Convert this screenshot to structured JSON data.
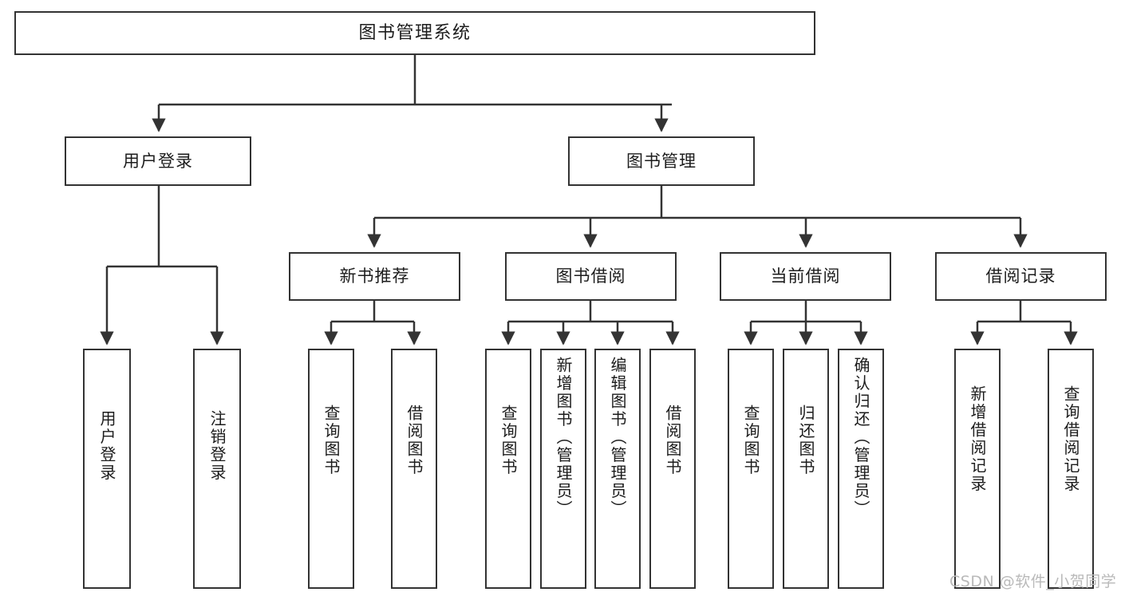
{
  "diagram": {
    "title": "图书管理系统",
    "watermark": "CSDN @软件_小贺同学",
    "stroke_color": "#333333",
    "background_color": "#ffffff",
    "text_color": "#1c1c1c",
    "watermark_color": "#b9b9b9",
    "nodes": {
      "root": "图书管理系统",
      "level2": {
        "user_login": "用户登录",
        "book_manage": "图书管理"
      },
      "level3": {
        "new_book_recommend": "新书推荐",
        "book_borrow": "图书借阅",
        "current_borrow": "当前借阅",
        "borrow_record": "借阅记录"
      },
      "leaves": {
        "user_login_1": "用户登录",
        "user_login_2": "注销登录",
        "recommend_1": "查询图书",
        "recommend_2": "借阅图书",
        "borrow_1": "查询图书",
        "borrow_2": "新增图书（管理员）",
        "borrow_3": "编辑图书（管理员）",
        "borrow_4": "借阅图书",
        "current_1": "查询图书",
        "current_2": "归还图书",
        "current_3": "确认归还（管理员）",
        "record_1": "新增借阅记录",
        "record_2": "查询借阅记录"
      }
    }
  }
}
